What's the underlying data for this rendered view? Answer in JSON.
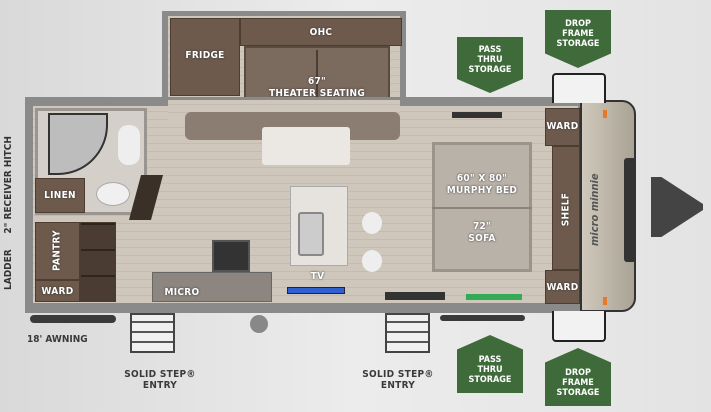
{
  "labels": {
    "fridge": "FRIDGE",
    "ohc": "OHC",
    "theater_seating_size": "67\"",
    "theater_seating": "THEATER SEATING",
    "murphy_bed_size": "60\" X 80\"",
    "murphy_bed": "MURPHY BED",
    "sofa_size": "72\"",
    "sofa": "SOFA",
    "ward_front_top": "WARD",
    "ward_front_bottom": "WARD",
    "shelf": "SHELF",
    "linen": "LINEN",
    "pantry": "PANTRY",
    "ward_rear": "WARD",
    "micro": "MICRO",
    "tv": "TV",
    "ladder": "LADDER",
    "receiver_hitch": "2\" RECEIVER HITCH",
    "awning": "18' AWNING",
    "entry_1_line1": "SOLID STEP®",
    "entry_1_line2": "ENTRY",
    "entry_2_line1": "SOLID STEP®",
    "entry_2_line2": "ENTRY"
  },
  "storage_tags": {
    "pass_thru_top": "PASS THRU STORAGE",
    "drop_frame_top": "DROP FRAME STORAGE",
    "pass_thru_bottom": "PASS THRU STORAGE",
    "drop_frame_bottom": "DROP FRAME STORAGE"
  },
  "logo_text": "micro minnie",
  "colors": {
    "tag_green": "#3f6a3a",
    "cabinet": "#6d5a4c",
    "tv_blue": "#2f5fd0"
  }
}
